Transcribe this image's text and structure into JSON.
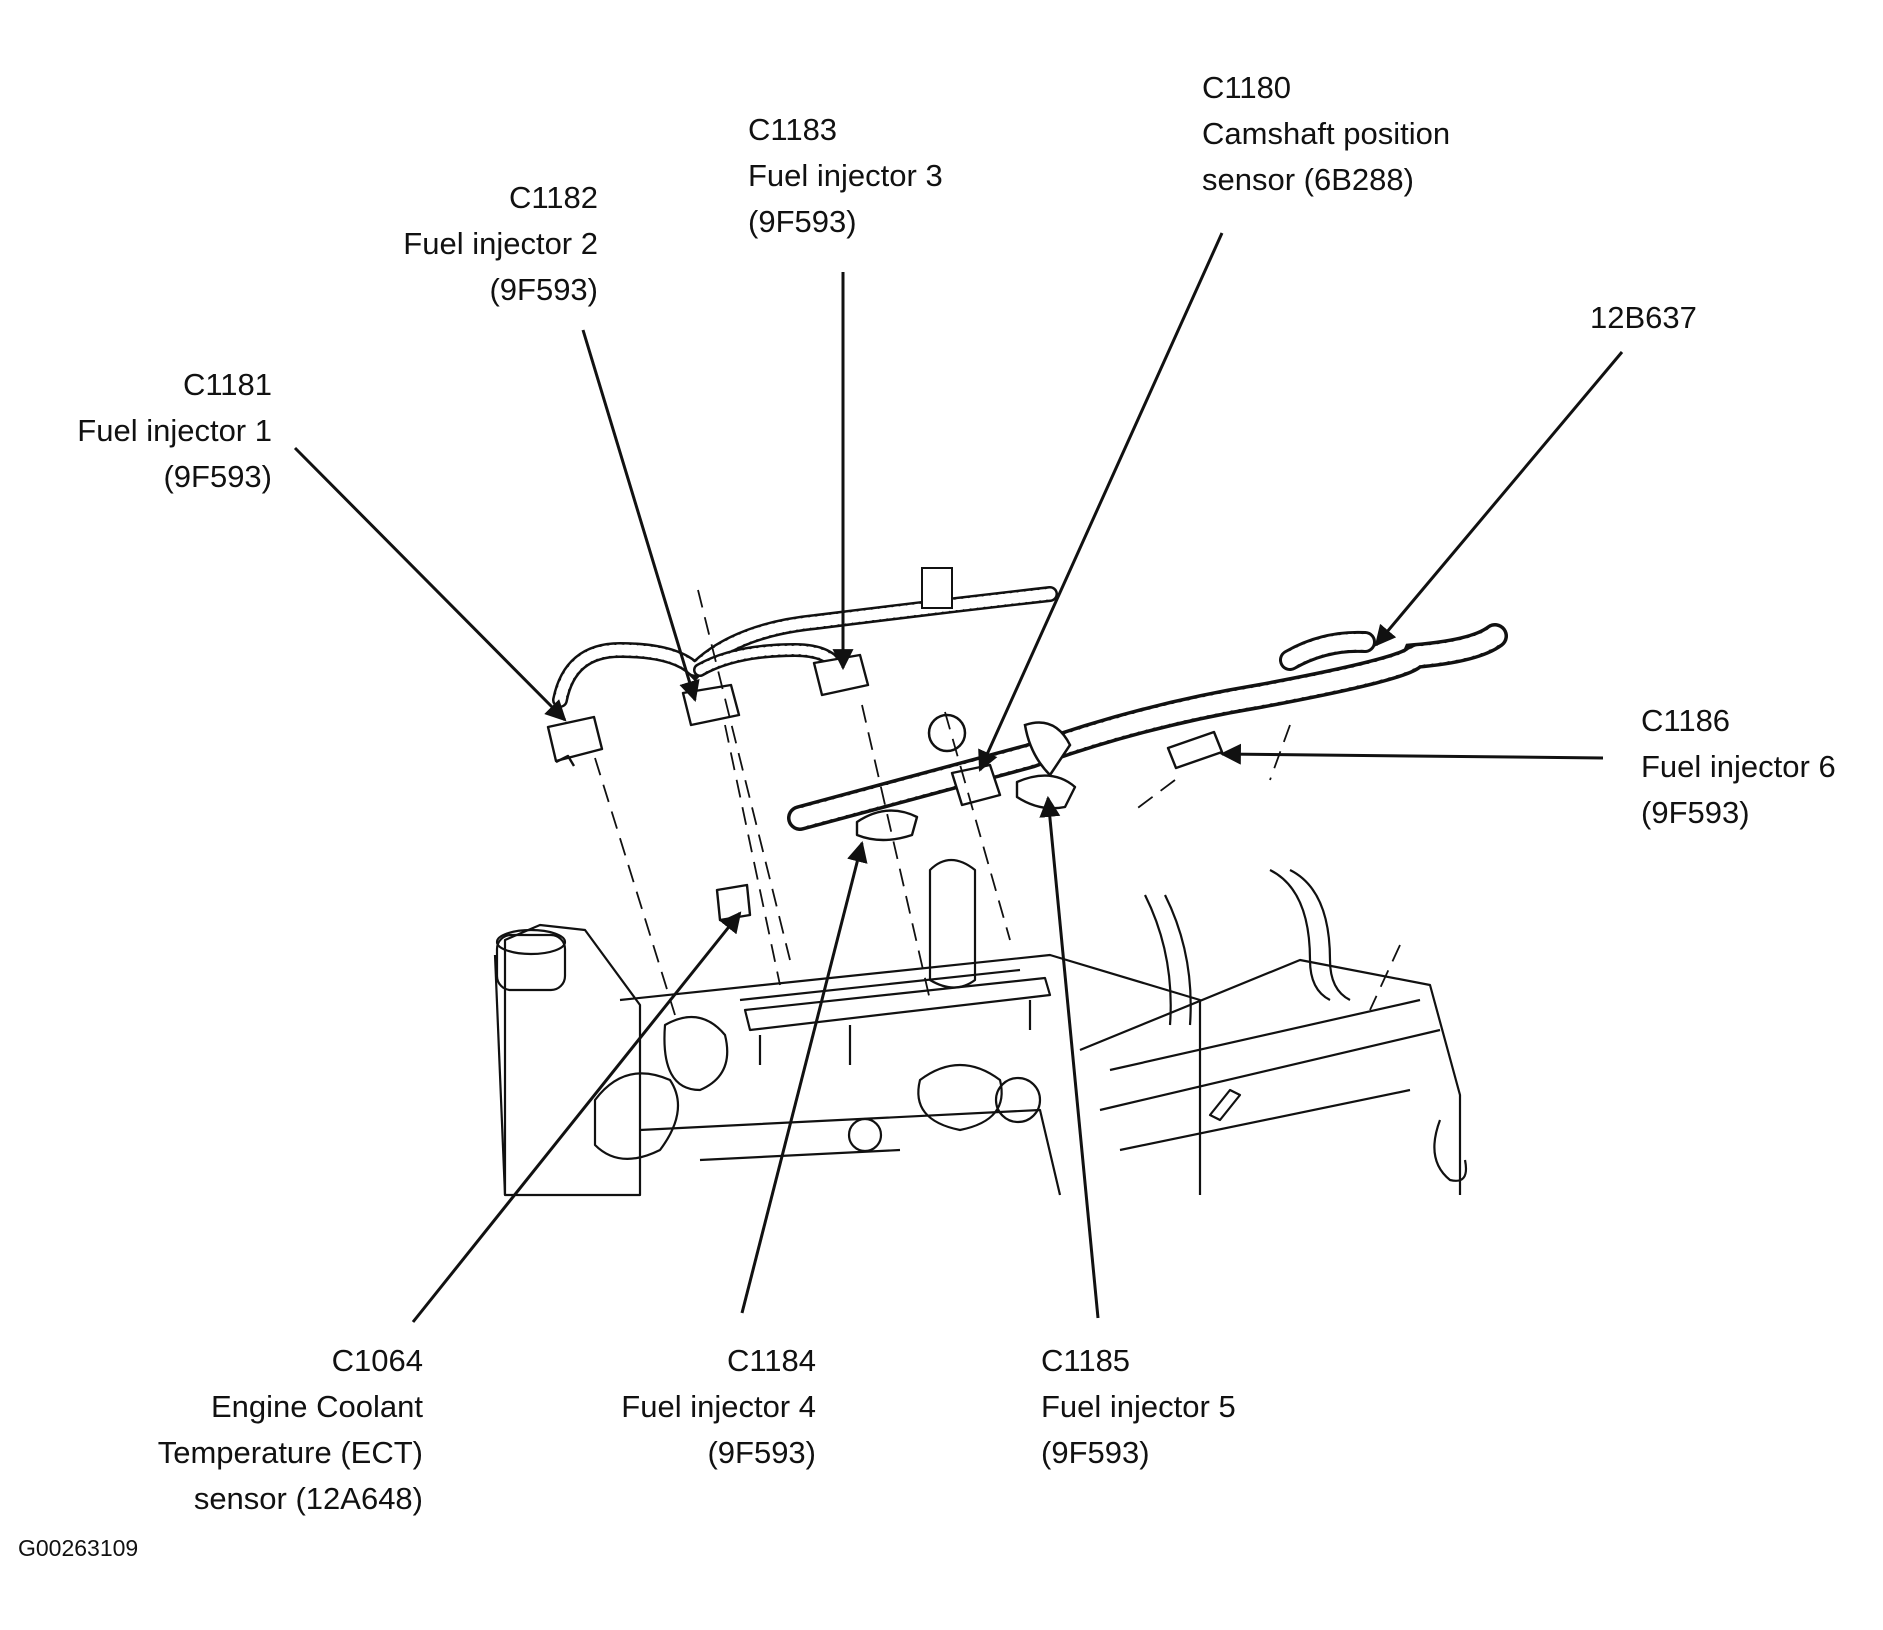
{
  "callouts": {
    "c1181": {
      "code": "C1181",
      "name": "Fuel injector 1",
      "part": "(9F593)"
    },
    "c1182": {
      "code": "C1182",
      "name": "Fuel injector 2",
      "part": "(9F593)"
    },
    "c1183": {
      "code": "C1183",
      "name": "Fuel injector 3",
      "part": "(9F593)"
    },
    "c1180": {
      "code": "C1180",
      "name": "Camshaft position",
      "name2": "sensor (6B288)"
    },
    "b637": {
      "code": "12B637"
    },
    "c1186": {
      "code": "C1186",
      "name": "Fuel injector 6",
      "part": "(9F593)"
    },
    "c1064": {
      "code": "C1064",
      "name": "Engine Coolant",
      "name2": "Temperature (ECT)",
      "part": "sensor (12A648)"
    },
    "c1184": {
      "code": "C1184",
      "name": "Fuel injector 4",
      "part": "(9F593)"
    },
    "c1185": {
      "code": "C1185",
      "name": "Fuel injector 5",
      "part": "(9F593)"
    }
  },
  "figure_id": "G00263109",
  "colors": {
    "ink": "#111111",
    "background": "#ffffff"
  }
}
